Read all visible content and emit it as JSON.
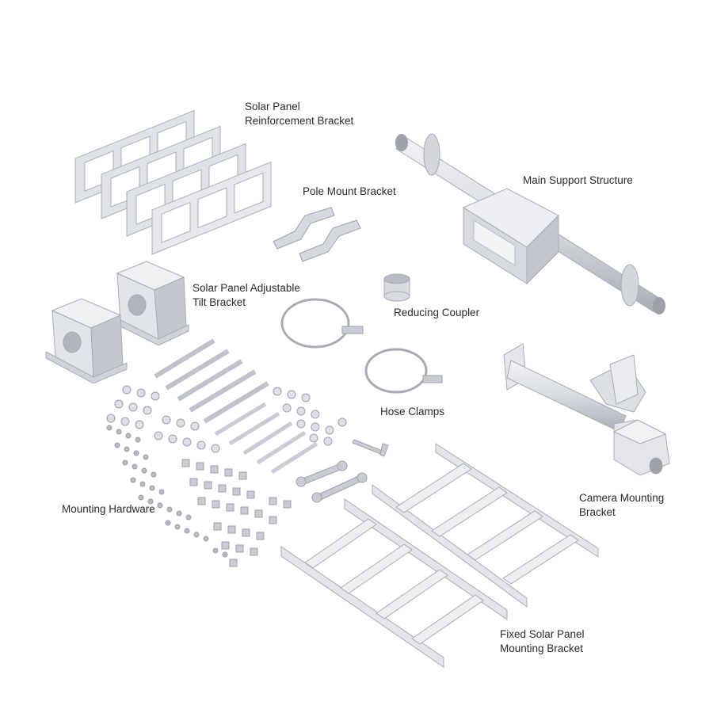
{
  "labels": {
    "reinforcement_bracket": [
      "Solar Panel",
      "Reinforcement Bracket"
    ],
    "main_support": [
      "Main Support Structure"
    ],
    "pole_mount": [
      "Pole Mount Bracket"
    ],
    "tilt_bracket": [
      "Solar Panel Adjustable",
      "Tilt Bracket"
    ],
    "reducing_coupler": [
      "Reducing Coupler"
    ],
    "hose_clamps": [
      "Hose Clamps"
    ],
    "camera_mounting": [
      "Camera Mounting",
      "Bracket"
    ],
    "mounting_hardware": [
      "Mounting Hardware"
    ],
    "fixed_bracket": [
      "Fixed Solar Panel",
      "Mounting Bracket"
    ]
  },
  "colors": {
    "metal_light": "#e4e6ea",
    "metal_mid": "#c9ccd2",
    "metal_dark": "#9da1a8",
    "text": "#2b2b2b",
    "background": "#ffffff"
  }
}
